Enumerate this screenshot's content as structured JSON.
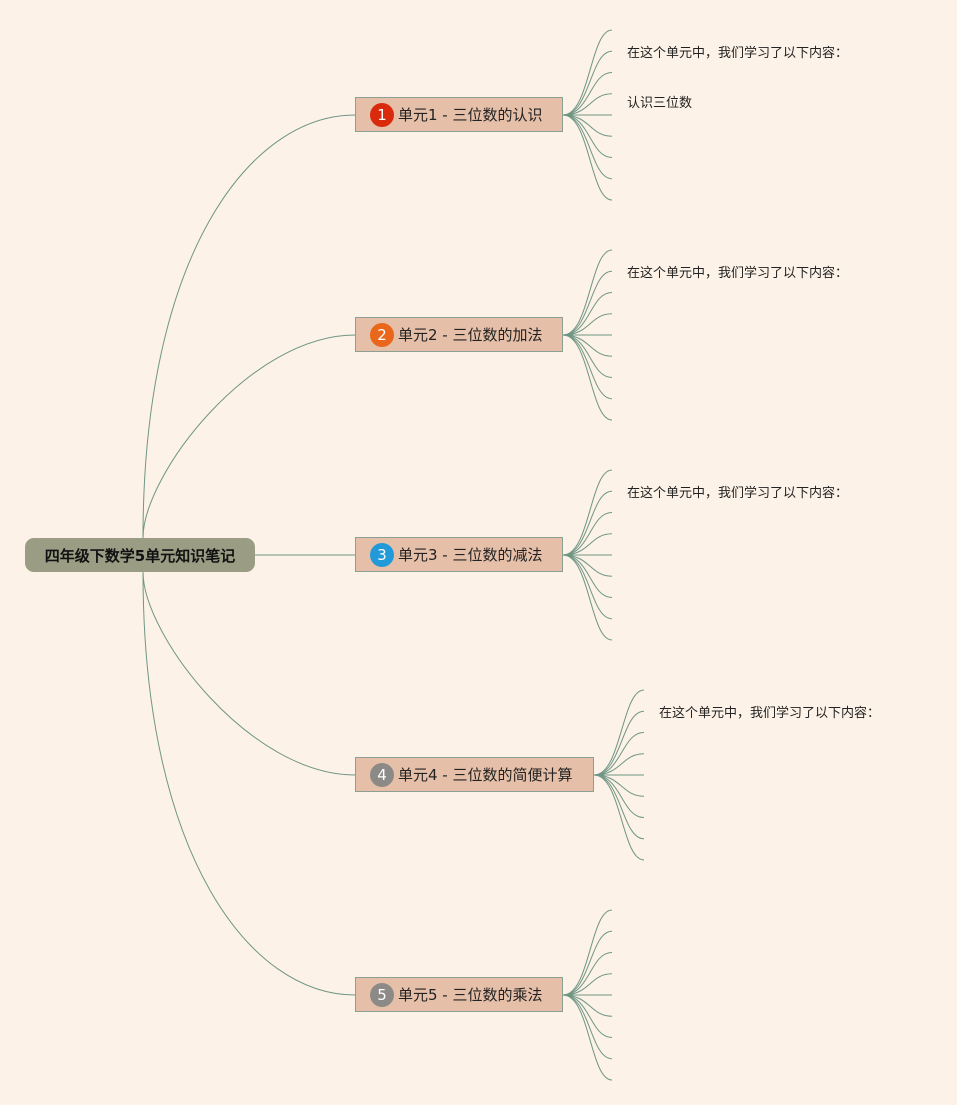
{
  "root": {
    "label": "四年级下数学5单元知识笔记"
  },
  "topics": [
    {
      "number": "1",
      "label": "单元1 - 三位数的认识",
      "badge_color": "#d92a0e",
      "notes": [
        "在这个单元中，我们学习了以下内容：",
        "认识三位数"
      ]
    },
    {
      "number": "2",
      "label": "单元2 - 三位数的加法",
      "badge_color": "#e8671b",
      "notes": [
        "在这个单元中，我们学习了以下内容："
      ]
    },
    {
      "number": "3",
      "label": "单元3 - 三位数的减法",
      "badge_color": "#2299d8",
      "notes": [
        "在这个单元中，我们学习了以下内容："
      ]
    },
    {
      "number": "4",
      "label": "单元4 - 三位数的简便计算",
      "badge_color": "#8c8a87",
      "notes": [
        "在这个单元中，我们学习了以下内容："
      ]
    },
    {
      "number": "5",
      "label": "单元5 - 三位数的乘法",
      "badge_color": "#8c8a87",
      "notes": []
    }
  ],
  "colors": {
    "background": "#fdf2e7",
    "root_fill": "#9a9d84",
    "topic_fill": "#e5bfa8",
    "connector": "#6f9685"
  }
}
